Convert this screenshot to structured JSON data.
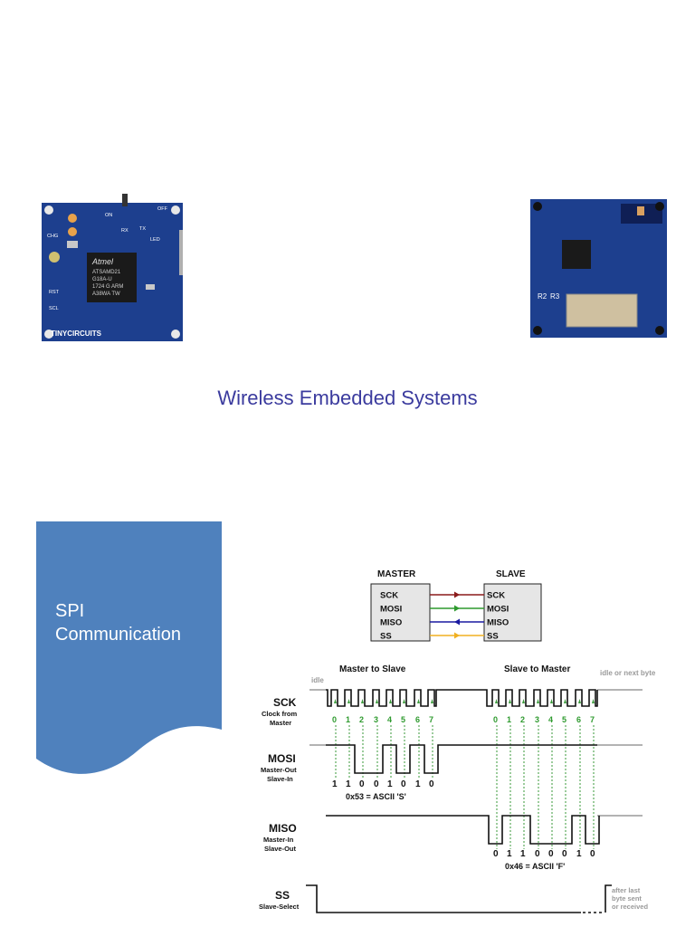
{
  "title": "Wireless Embedded Systems",
  "section_banner": {
    "line1": "SPI",
    "line2": "Communication",
    "color": "#4f81bd"
  },
  "boards": {
    "left": {
      "brand": "TINYCIRCUITS",
      "chip_brand": "Atmel",
      "chip_lines": [
        "ATSAMD21",
        "G18A-U",
        "1724  G  ARM",
        "A38WA  TW"
      ],
      "labels": [
        "ON",
        "OFF",
        "CHG",
        "RX",
        "TX",
        "LED",
        "RST",
        "SCL"
      ],
      "board_color": "#1d3f8e"
    },
    "right": {
      "labels": [
        "R2",
        "R3"
      ],
      "board_color": "#1d3f8e"
    }
  },
  "diagram": {
    "master_label": "MASTER",
    "slave_label": "SLAVE",
    "signals": [
      "SCK",
      "MOSI",
      "MISO",
      "SS"
    ],
    "signal_colors": {
      "SCK": "#8b1a1a",
      "MOSI": "#2e9a2e",
      "MISO": "#1a1aa0",
      "SS": "#f0b020"
    },
    "phase_master_to_slave": "Master to Slave",
    "phase_slave_to_master": "Slave to Master",
    "idle_label": "idle",
    "idle_next_label": "idle or next byte",
    "sck": {
      "name": "SCK",
      "desc1": "Clock from",
      "desc2": "Master"
    },
    "mosi": {
      "name": "MOSI",
      "desc1": "Master-Out",
      "desc2": "Slave-In"
    },
    "miso": {
      "name": "MISO",
      "desc1": "Master-In",
      "desc2": "Slave-Out"
    },
    "ss": {
      "name": "SS",
      "desc1": "Slave-Select"
    },
    "bit_indices": [
      "0",
      "1",
      "2",
      "3",
      "4",
      "5",
      "6",
      "7"
    ],
    "mosi_bits": [
      "1",
      "1",
      "0",
      "0",
      "1",
      "0",
      "1",
      "0"
    ],
    "mosi_caption": "0x53 = ASCII 'S'",
    "miso_bits": [
      "0",
      "1",
      "1",
      "0",
      "0",
      "0",
      "1",
      "0"
    ],
    "miso_caption": "0x46 = ASCII 'F'",
    "after_note_lines": [
      "after last",
      "byte sent",
      "or received"
    ]
  }
}
